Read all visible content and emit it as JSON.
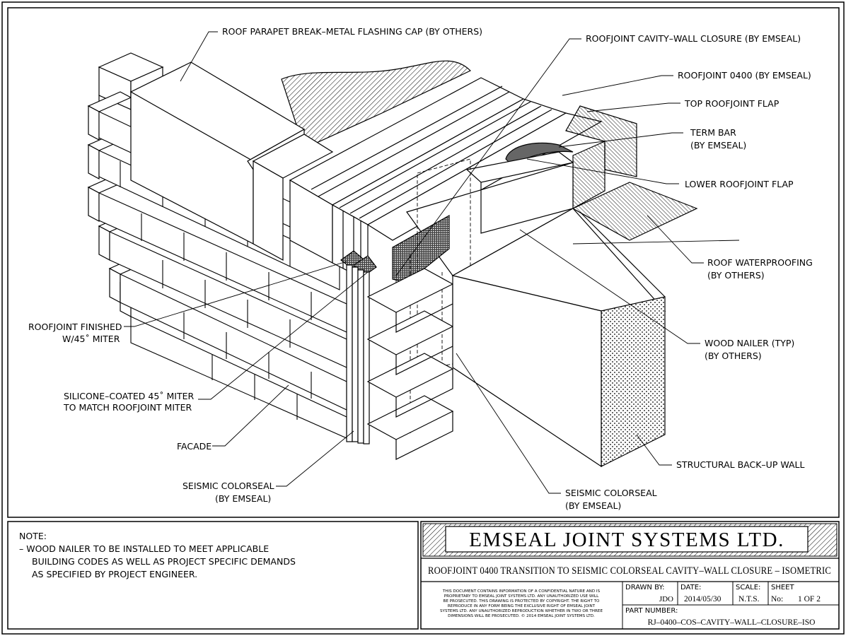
{
  "labels": {
    "parapet_cap": "ROOF PARAPET BREAK–METAL FLASHING CAP (BY OTHERS)",
    "cavity_wall_closure": "ROOFJOINT CAVITY–WALL CLOSURE (BY EMSEAL)",
    "roofjoint_0400": "ROOFJOINT 0400 (BY EMSEAL)",
    "top_flap": "TOP ROOFJOINT FLAP",
    "term_bar_1": "TERM BAR",
    "term_bar_2": "(BY EMSEAL)",
    "lower_flap": "LOWER ROOFJOINT FLAP",
    "roof_wp_1": "ROOF WATERPROOFING",
    "roof_wp_2": "(BY OTHERS)",
    "wood_nailer_1": "WOOD NAILER (TYP)",
    "wood_nailer_2": "(BY OTHERS)",
    "structural_wall": "STRUCTURAL BACK–UP WALL",
    "seismic_right_1": "SEISMIC COLORSEAL",
    "seismic_right_2": "(BY EMSEAL)",
    "seismic_left_1": "SEISMIC COLORSEAL",
    "seismic_left_2": "(BY EMSEAL)",
    "facade": "FACADE",
    "silicone_1": "SILICONE–COATED 45˚ MITER",
    "silicone_2": "TO MATCH ROOFJOINT MITER",
    "finished_1": "ROOFJOINT FINISHED",
    "finished_2": "W/45˚ MITER"
  },
  "notes": {
    "heading": "NOTE:",
    "line1": "–  WOOD NAILER TO BE INSTALLED TO MEET APPLICABLE",
    "line2": "BUILDING CODES AS WELL AS PROJECT SPECIFIC DEMANDS",
    "line3": "AS SPECIFIED BY PROJECT ENGINEER."
  },
  "title_block": {
    "company": "EMSEAL JOINT SYSTEMS LTD.",
    "drawing_title": "ROOFJOINT 0400 TRANSITION TO SEISMIC COLORSEAL CAVITY–WALL CLOSURE – ISOMETRIC",
    "confidential_1": "THIS DOCUMENT CONTAINS INFORMATION OF A CONFIDENTIAL NATURE AND IS",
    "confidential_2": "PROPRIETARY TO EMSEAL JOINT SYSTEMS LTD. ANY UNAUTHORIZED USE WILL",
    "confidential_3": "BE PROSECUTED. THIS DRAWING IS PROTECTED BY COPYRIGHT. THE RIGHT TO",
    "confidential_4": "REPRODUCE IN ANY FORM BEING THE EXCLUSIVE RIGHT OF EMSEAL JOINT",
    "confidential_5": "SYSTEMS LTD. ANY UNAUTHORIZED REPRODUCTION WHETHER IN TWO OR THREE",
    "confidential_6": "DIMENSIONS WILL BE PROSECUTED. © 2014 EMSEAL JOINT SYSTEMS LTD.",
    "drawn_by_label": "DRAWN BY:",
    "drawn_by": "JDO",
    "date_label": "DATE:",
    "date": "2014/05/30",
    "scale_label": "SCALE:",
    "scale": "N.T.S.",
    "sheet_label": "SHEET",
    "sheet_no_label": "No:",
    "sheet_no": "1 OF 2",
    "part_number_label": "PART NUMBER:",
    "part_number": "RJ–0400–COS–CAVITY–WALL–CLOSURE–ISO"
  }
}
